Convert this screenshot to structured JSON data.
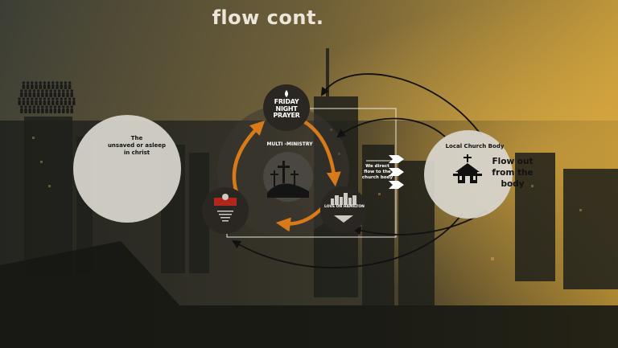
{
  "title": "flow cont.",
  "unsaved_circle": {
    "label_line1": "The",
    "label_line2": "unsaved or asleep",
    "label_line3": "in christ",
    "icon": "crowd-icon"
  },
  "center": {
    "label": "MULTI -MINISTRY",
    "icon": "three-crosses-icon"
  },
  "friday_prayer": {
    "line1": "FRIDAY",
    "line2": "NIGHT",
    "line3": "PRAYER",
    "icon": "flame-icon"
  },
  "love_on_hamilton": {
    "label": "LOVE ON HAMILTON",
    "icon": "city-skyline-icon"
  },
  "red_logo": {
    "icon": "ministry-badge-icon"
  },
  "direct_text": {
    "line1": "We direct",
    "line2": "flow to the",
    "line3": "church body"
  },
  "church": {
    "title": "Local Church Body",
    "icon": "church-icon",
    "flow_line1": "Flow  out",
    "flow_line2": "from the",
    "flow_line3": "body"
  },
  "colors": {
    "cycle_arrow": "#d97a1a",
    "connector": "#111111",
    "circle_light": "#d9d6cf",
    "badge_dark": "#2a2622"
  }
}
